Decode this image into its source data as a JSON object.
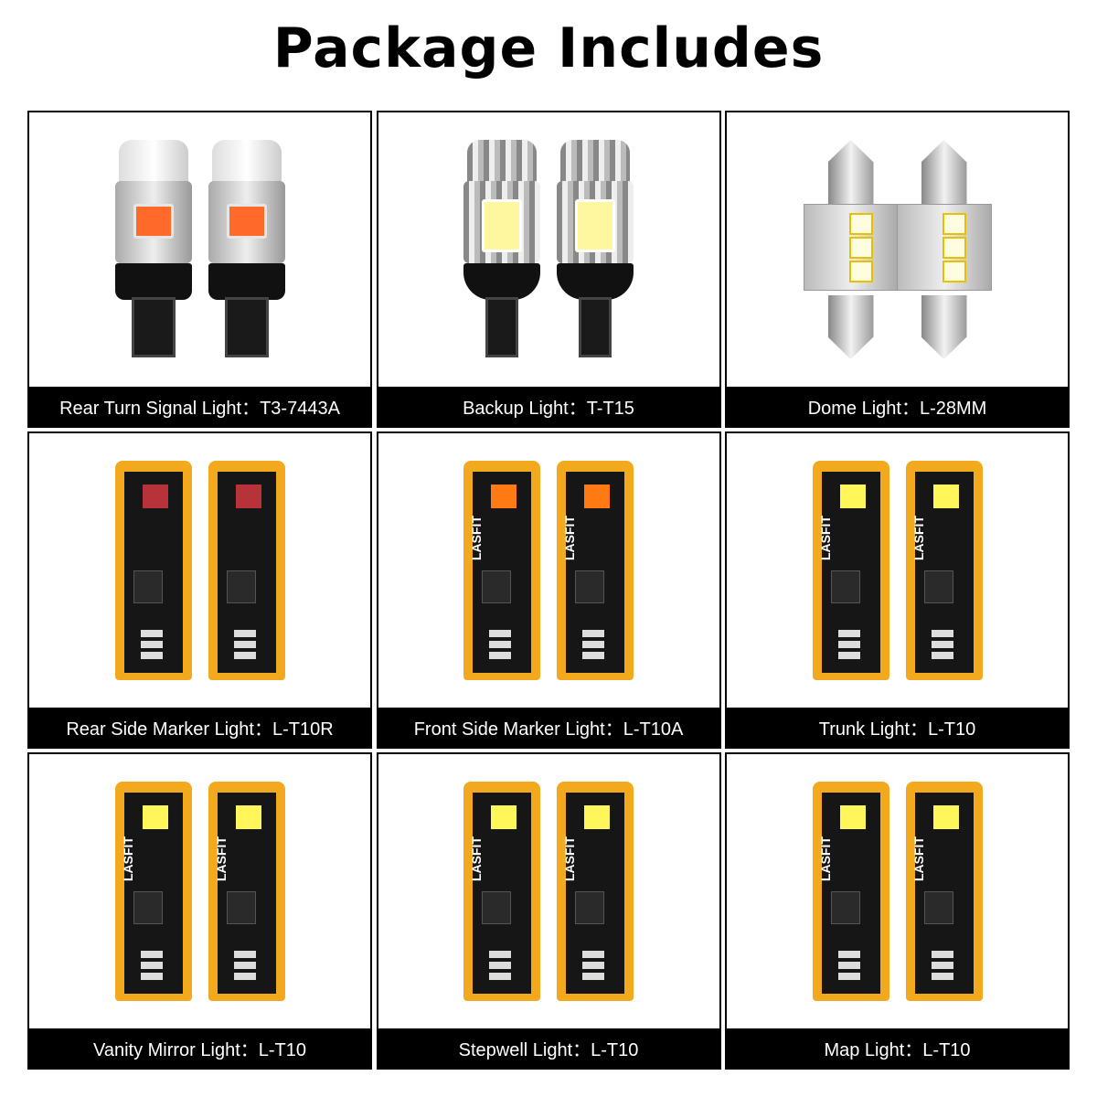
{
  "title": "Package Includes",
  "brand": "LASFIT",
  "items": [
    {
      "label": "Rear Turn Signal Light：T3-7443A",
      "type": "wedge-amber"
    },
    {
      "label": "Backup Light：T-T15",
      "type": "wedge-silver"
    },
    {
      "label": "Dome Light：L-28MM",
      "type": "festoon"
    },
    {
      "label": "Rear Side Marker Light：L-T10R",
      "type": "pcb-red"
    },
    {
      "label": "Front Side Marker Light：L-T10A",
      "type": "pcb-orange"
    },
    {
      "label": "Trunk Light：L-T10",
      "type": "pcb-white"
    },
    {
      "label": "Vanity Mirror Light：L-T10",
      "type": "pcb-white"
    },
    {
      "label": "Stepwell Light：L-T10",
      "type": "pcb-white"
    },
    {
      "label": "Map Light：L-T10",
      "type": "pcb-white"
    }
  ]
}
